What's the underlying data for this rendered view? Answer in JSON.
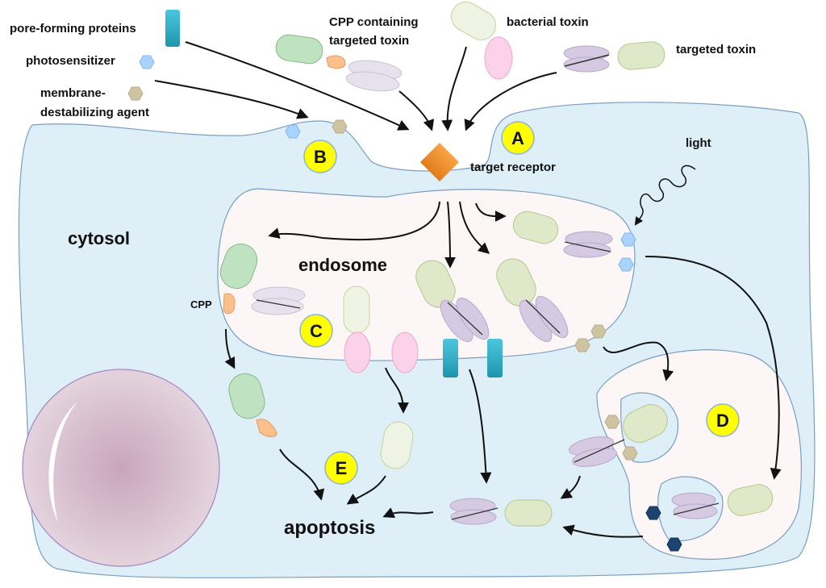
{
  "title": "Cytosolic delivery pathways of targeted toxins",
  "legend": {
    "pore_forming": "pore-forming proteins",
    "photosensitizer": "photosensitizer",
    "membrane_agent_line1": "membrane-",
    "membrane_agent_line2": "destabilizing agent",
    "cpp_toxin_line1": "CPP containing",
    "cpp_toxin_line2": "targeted toxin",
    "bacterial_toxin": "bacterial toxin",
    "targeted_toxin": "targeted toxin"
  },
  "labels": {
    "target_receptor": "target receptor",
    "light": "light",
    "cytosol": "cytosol",
    "endosome": "endosome",
    "cpp": "CPP",
    "apoptosis": "apoptosis"
  },
  "badges": [
    "A",
    "B",
    "C",
    "D",
    "E"
  ],
  "colors": {
    "cytosol": "#deeff7",
    "endosome": "#fcf6f6",
    "membrane": "#7a9ec2",
    "badge": "#ffff00",
    "receptor": "#f0902a",
    "pore": "#2fb1cc",
    "photosensitizer": "#a9d2ff",
    "membrane_agent": "#cfc4a2",
    "dark_agent": "#1b4570",
    "green_domain": "#bfe3c0",
    "light_green_domain": "#dfe9c9",
    "purple_domain": "#d6c9e2",
    "pink_domain": "#fbd2ea",
    "cpp": "#fbc08c",
    "nucleus": "#d6b9cc"
  }
}
